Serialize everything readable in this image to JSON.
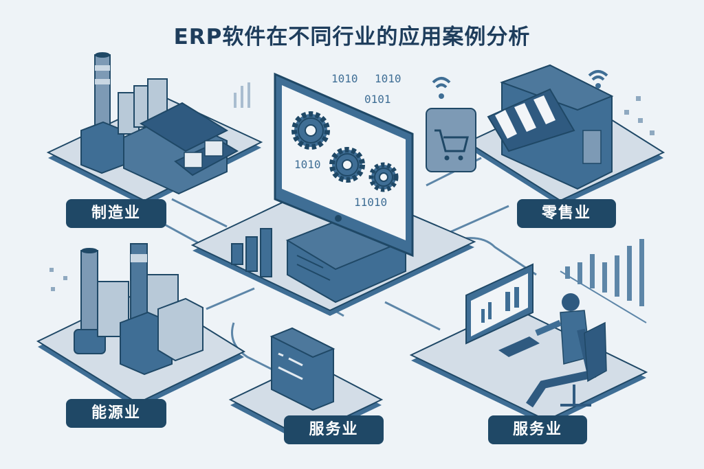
{
  "title": "ERP软件在不同行业的应用案例分析",
  "colors": {
    "background": "#eef3f7",
    "dark": "#1f4866",
    "mid": "#3f6e95",
    "light": "#c9d7e3",
    "platform": "#d3dde7",
    "title": "#1e3d5c"
  },
  "center": {
    "binary_top": [
      "1010",
      "1010",
      "0101"
    ],
    "binary_screen": [
      "1010",
      "11010"
    ]
  },
  "industries": [
    {
      "id": "manufacturing",
      "label": "制造业",
      "icon": "factory-icon"
    },
    {
      "id": "retail",
      "label": "零售业",
      "icon": "store-icon"
    },
    {
      "id": "energy",
      "label": "能源业",
      "icon": "power-plant-icon"
    },
    {
      "id": "service-center",
      "label": "服务业",
      "icon": "server-icon"
    },
    {
      "id": "service-right",
      "label": "服务业",
      "icon": "office-worker-icon"
    }
  ]
}
